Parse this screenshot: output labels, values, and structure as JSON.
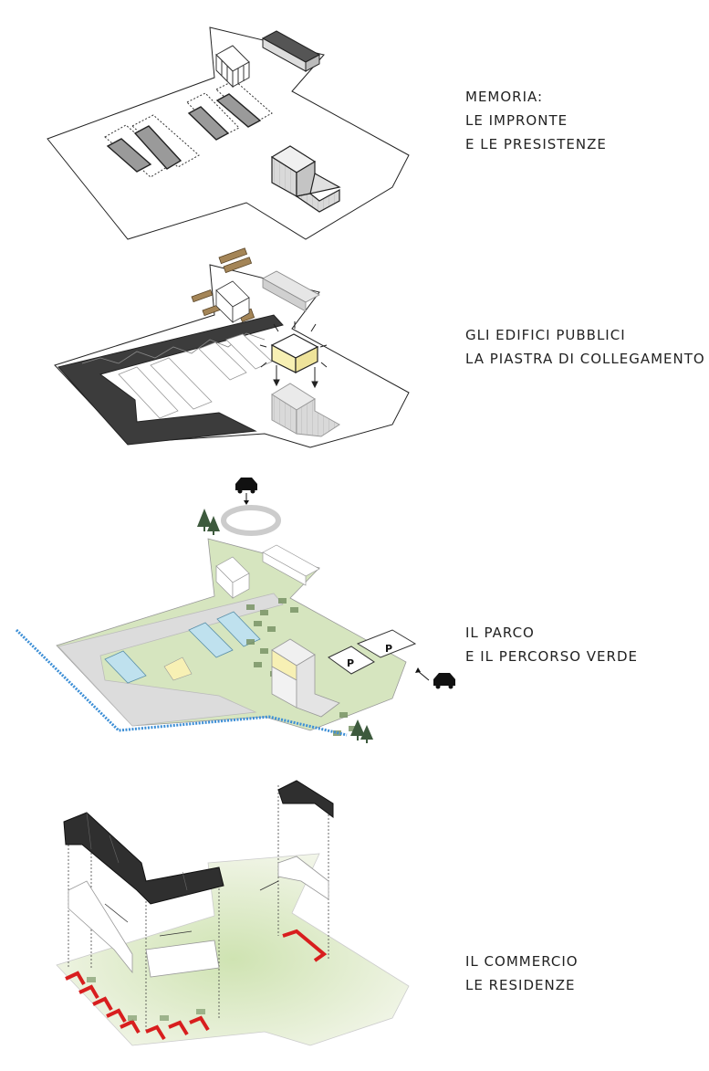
{
  "panels": [
    {
      "lines": [
        "MEMORIA:",
        "LE IMPRONTE",
        "E LE PRESISTENZE"
      ]
    },
    {
      "lines": [
        "GLI EDIFICI PUBBLICI",
        "LA PIASTRA DI COLLEGAMENTO"
      ]
    },
    {
      "lines": [
        "IL PARCO",
        "E IL PERCORSO VERDE"
      ]
    },
    {
      "lines": [
        "IL COMMERCIO",
        "LE RESIDENZE"
      ]
    }
  ],
  "parking": {
    "label_1": "P",
    "label_2": "P"
  },
  "icons": [
    "car-icon",
    "tree-icon"
  ],
  "colors": {
    "grass": "#d6e5bf",
    "water": "#3d8fd6",
    "pool": "#bfe1ee",
    "dark": "#2f2f2f",
    "red": "#d81e1e",
    "yellow": "#f7f0b4",
    "wood": "#a48557"
  }
}
